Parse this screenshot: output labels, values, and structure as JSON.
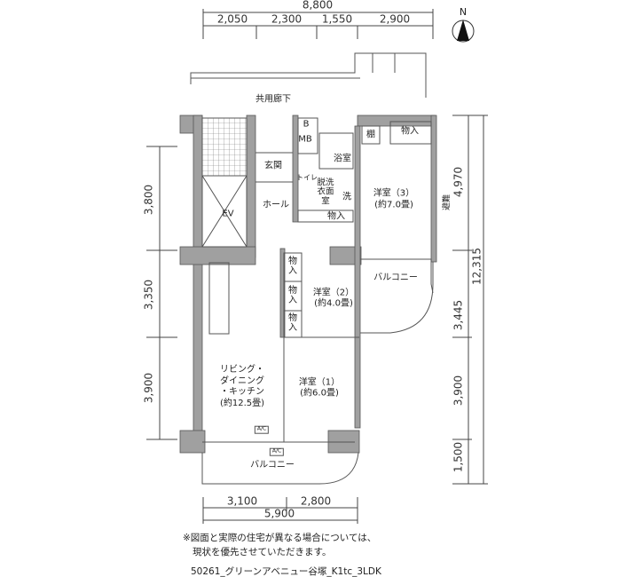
{
  "dimensions": {
    "top_total": "8,800",
    "top_segments": [
      "2,050",
      "2,300",
      "1,550",
      "2,900"
    ],
    "left_segments": [
      "3,800",
      "3,350",
      "3,900"
    ],
    "right_segments": [
      "4,970",
      "3,445",
      "3,900",
      "1,500"
    ],
    "right_total": "12,315",
    "bottom_segments": [
      "3,100",
      "2,800"
    ],
    "bottom_total": "5,900"
  },
  "compass": {
    "label": "N"
  },
  "rooms": {
    "corridor": "共用廊下",
    "b": "B",
    "mb": "MB",
    "entrance": "玄関",
    "bath": "浴室",
    "toilet": "トイレ",
    "washroom": "脱洗\n衣面\n室",
    "washer": "洗",
    "storage_wash": "物入",
    "hall": "ホール",
    "ev": "EV",
    "shelf": "棚",
    "storage_r3": "物入",
    "room3": "洋室（3）",
    "room3_size": "(約7.0畳)",
    "evac": "避難",
    "storage_r2a": "物\n入",
    "storage_r2b": "物\n入",
    "storage_r2c": "物\n入",
    "room2": "洋室（2）",
    "room2_size": "(約4.0畳)",
    "balcony_right": "バルコニー",
    "ldk": "リビング・\nダイニング\n・キッチン\n(約12.5畳)",
    "room1": "洋室（1）",
    "room1_size": "(約6.0畳)",
    "ac1": "A/C",
    "ac2": "A/C",
    "balcony_bottom": "バルコニー"
  },
  "notes": {
    "line1": "※図面と実際の住宅が異なる場合については、",
    "line2": "現状を優先させていただきます。",
    "caption": "50261_グリーンアベニュー谷塚_K1tc_3LDK"
  }
}
